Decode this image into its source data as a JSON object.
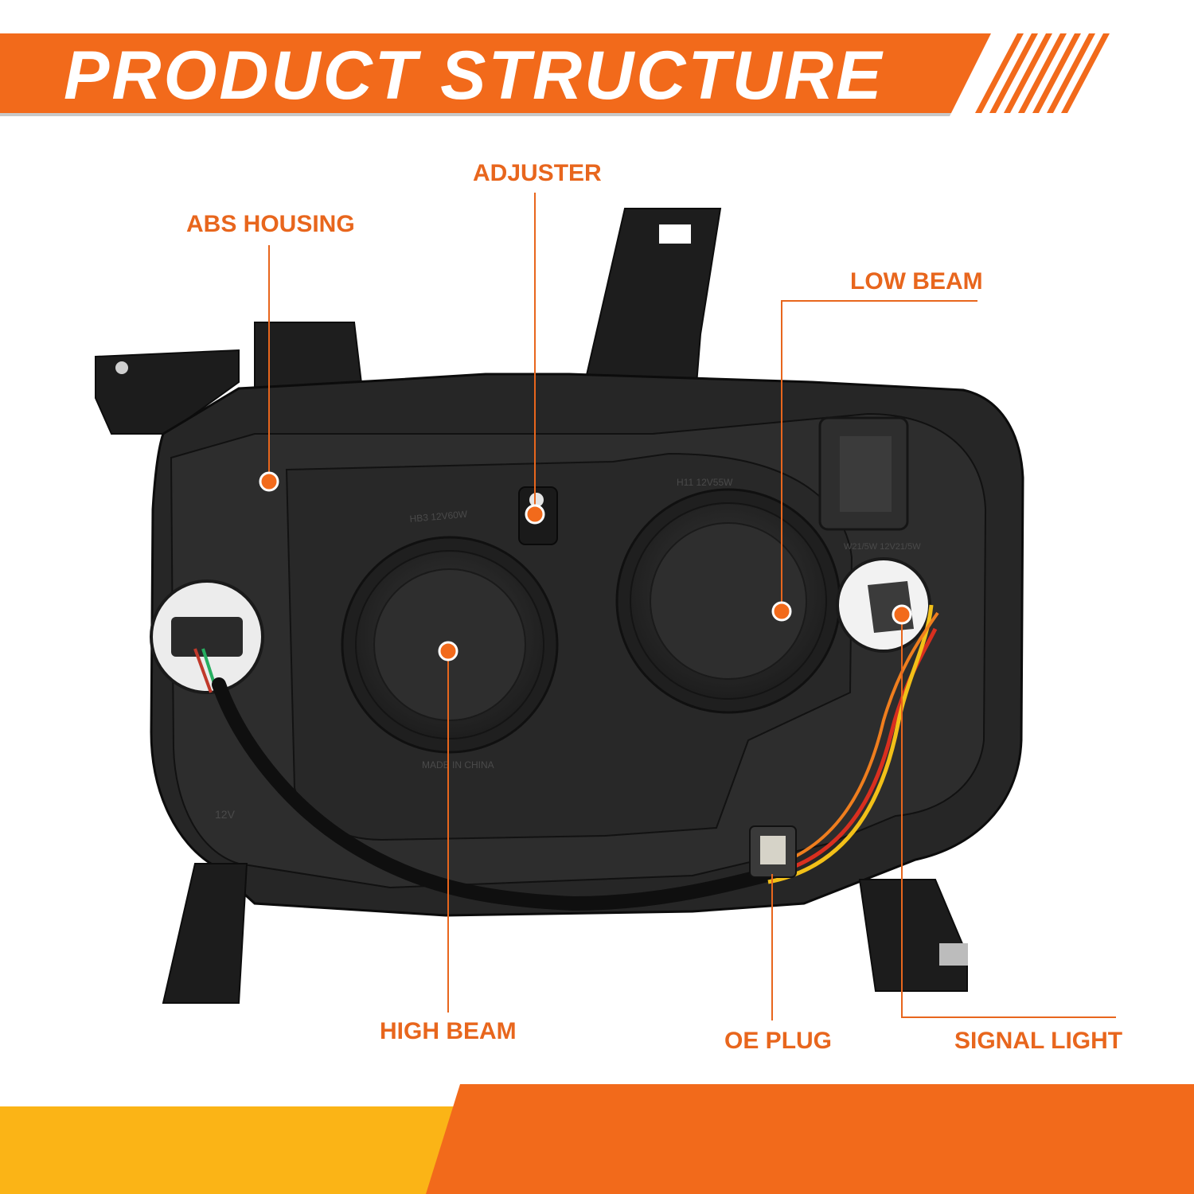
{
  "header": {
    "title": "PRODUCT STRUCTURE"
  },
  "callouts": [
    {
      "id": "abs-housing",
      "label": "ABS HOUSING"
    },
    {
      "id": "adjuster",
      "label": "ADJUSTER"
    },
    {
      "id": "low-beam",
      "label": "LOW BEAM"
    },
    {
      "id": "high-beam",
      "label": "HIGH BEAM"
    },
    {
      "id": "oe-plug",
      "label": "OE PLUG"
    },
    {
      "id": "signal-light",
      "label": "SIGNAL LIGHT"
    }
  ],
  "product_markings": {
    "high_beam_bulb": "HB3 12V60W",
    "low_beam_bulb": "H11 12V55W",
    "signal_bulb": "W21/5W 12V21/5W",
    "origin": "MADE IN CHINA",
    "voltage": "12V"
  },
  "colors": {
    "accent": "#f26a1b",
    "label": "#e8661d",
    "footer_yellow": "#fbb416",
    "housing": "#222222"
  }
}
